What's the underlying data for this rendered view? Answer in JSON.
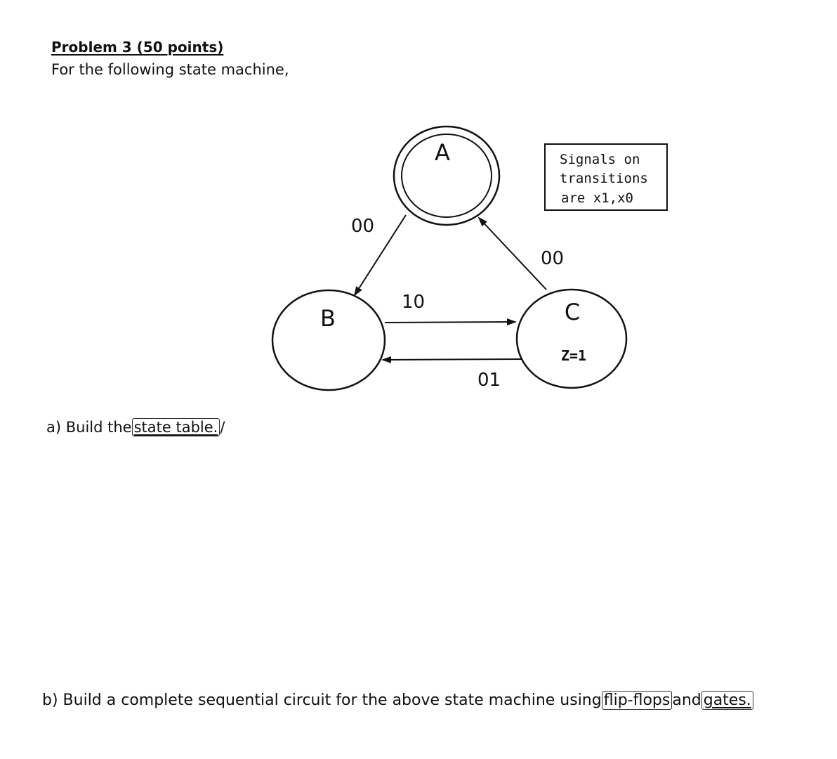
{
  "problem": {
    "title": "Problem 3 (50 points)",
    "intro": "For the following state machine,"
  },
  "diagram": {
    "states": [
      {
        "id": "A",
        "label": "A",
        "accepting": true
      },
      {
        "id": "B",
        "label": "B",
        "accepting": false
      },
      {
        "id": "C",
        "label": "C",
        "output": "Z=1",
        "accepting": false
      }
    ],
    "transitions": [
      {
        "from": "A",
        "to": "B",
        "label": "00"
      },
      {
        "from": "C",
        "to": "A",
        "label": "00"
      },
      {
        "from": "B",
        "to": "C",
        "label": "10"
      },
      {
        "from": "C",
        "to": "B",
        "label": "01"
      }
    ],
    "note": {
      "line1": "Signals on",
      "line2": "transitions",
      "line3": "are x1,x0"
    }
  },
  "questions": {
    "a": {
      "prefix": "a) Build the",
      "highlight": "state table.",
      "mark": "/"
    },
    "b": {
      "prefix": "b) Build a complete sequential circuit for the above state machine using",
      "highlight1": "flip-flops",
      "mid": "and",
      "highlight2": "gates."
    }
  }
}
